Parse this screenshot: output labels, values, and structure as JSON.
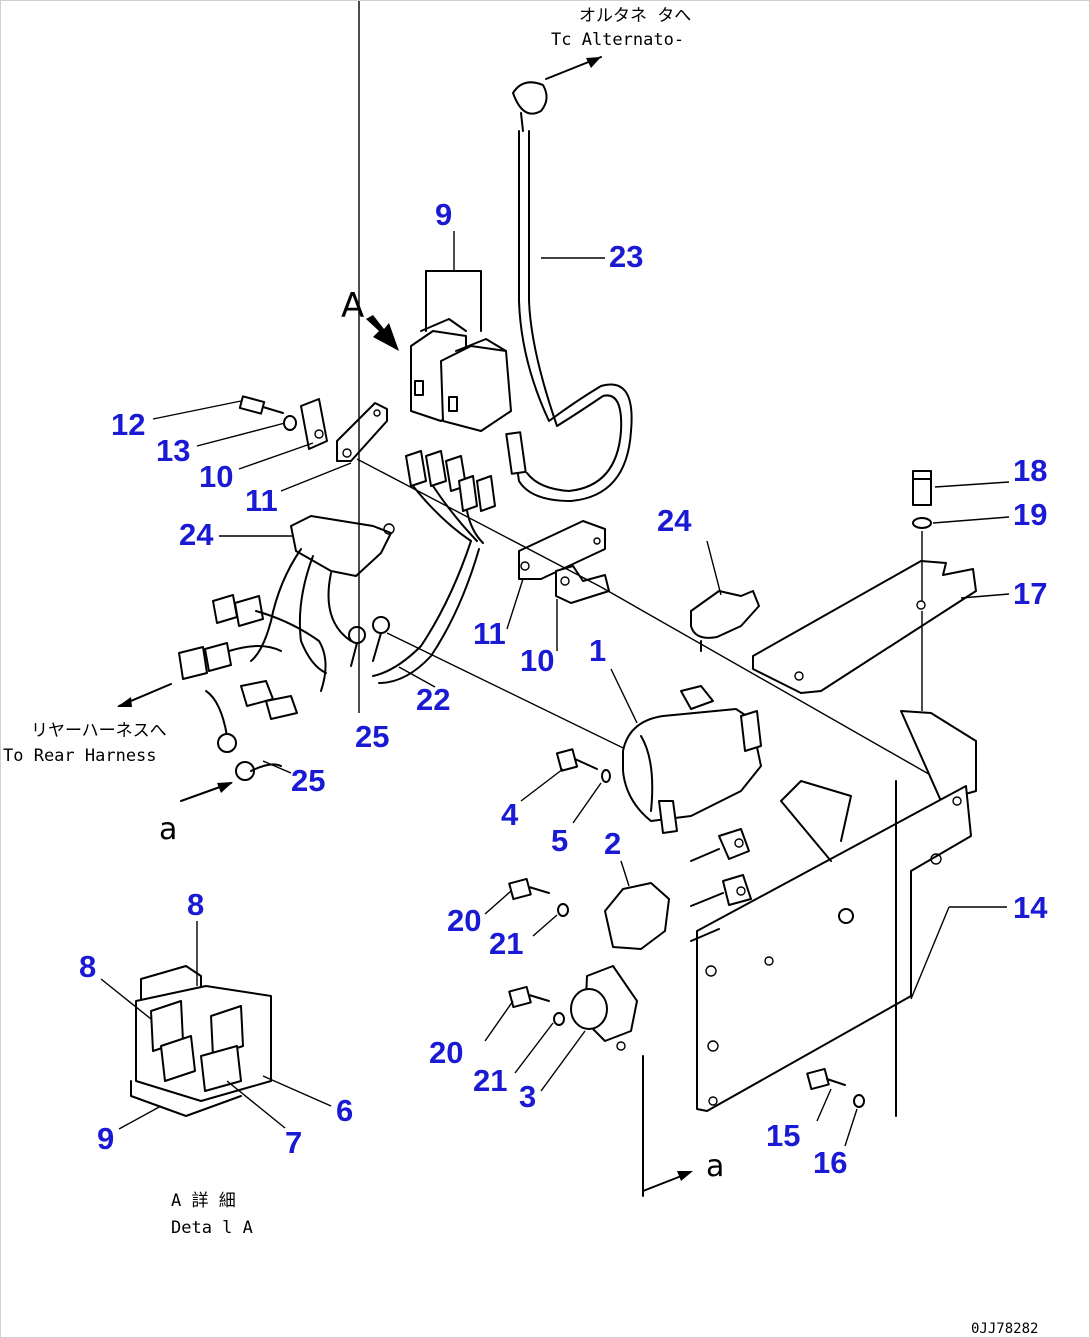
{
  "notes": {
    "alternator_jp": "オルタネ タへ",
    "alternator_en": "Tc Alternato-",
    "rear_harness_jp": "リヤーハーネスへ",
    "rear_harness_en": "To Rear Harness",
    "view_a": "A",
    "detail_a_jp": "A 詳 細",
    "detail_a_en": "Deta l A",
    "section_a_left": "a",
    "section_a_right": "a",
    "doc_number": "0JJ78282"
  },
  "callouts": [
    "1",
    "2",
    "3",
    "4",
    "5",
    "6",
    "7",
    "8",
    "8",
    "9",
    "9",
    "10",
    "10",
    "11",
    "11",
    "12",
    "13",
    "14",
    "15",
    "16",
    "17",
    "18",
    "19",
    "20",
    "20",
    "21",
    "21",
    "22",
    "23",
    "24",
    "24",
    "25",
    "25"
  ],
  "colors": {
    "callout": "#1a1ad4",
    "line": "#000000"
  }
}
